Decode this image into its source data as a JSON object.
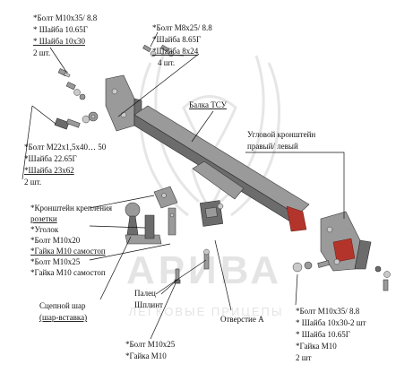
{
  "watermark": {
    "brand": "АРИВА",
    "tagline": "ЛЕГКОВЫЕ ПРИЦЕПЫ"
  },
  "labels": {
    "bolts_top_left": {
      "l1": "*Болт М10х35/ 8.8",
      "l2": "* Шайба 10.65Г",
      "l3": "* Шайба 10х30",
      "l4": "2 шт."
    },
    "bolts_top_center": {
      "l1": "*Болт М8х25/ 8.8",
      "l2": "*Шайба 8.65Г",
      "l3": "*Шайба 8х24",
      "l4": "4 шт."
    },
    "beam": "Балка ТСУ",
    "bracket": {
      "l1": "Угловой кронштейн",
      "l2": "правый/ левый"
    },
    "bolts_left_mid": {
      "l1": "*Болт М22х1,5х40… 50",
      "l2": "*Шайба 22.65Г",
      "l3": "*Шайба 23х62",
      "l4": "2 шт."
    },
    "socket_kit": {
      "l1": "*Кронштейн крепления",
      "l2": "розетки",
      "l3": "*Уголок",
      "l4": "*Болт М10х20",
      "l5": "*Гайка М10 самостоп",
      "l6": "*Болт М10х25",
      "l7": "*Гайка М10 самостоп"
    },
    "ball": {
      "l1": "Сцепной шар",
      "l2": "(шар-вставка)"
    },
    "pin": {
      "l1": "Палец",
      "l2": "Шплинт"
    },
    "hole": "Отверстие А",
    "bolts_bottom_left": {
      "l1": "*Болт М10х25",
      "l2": "*Гайка М10"
    },
    "bolts_bottom_right": {
      "l1": "*Болт М10х35/ 8.8",
      "l2": "* Шайба 10х30-2 шт",
      "l3": "* Шайба 10.65Г",
      "l4": "*Гайка М10",
      "l5": "2 шт"
    }
  },
  "colors": {
    "beam_accent": "#b3342b",
    "metal": "#9a9a9a"
  }
}
